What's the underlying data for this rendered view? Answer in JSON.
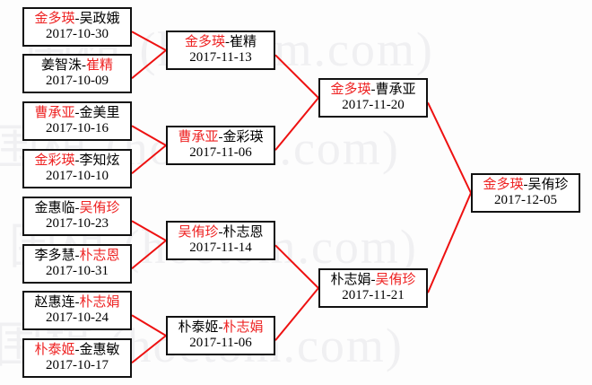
{
  "watermark": {
    "text": "围棋 (hoetom.com)",
    "color": "#f0f0f2"
  },
  "colors": {
    "winner": "#ee2222",
    "loser": "#000000",
    "edge": "#ee1111",
    "box_border": "#111111",
    "background": "#fdfdfd"
  },
  "chart_data": {
    "type": "diagram",
    "title": "",
    "rounds": 4,
    "notes": "Single-elimination bracket; red name in each pairing is the winner advancing."
  },
  "bracket": {
    "round1": [
      {
        "player_left": "金多瑛",
        "player_right": "吴政娥",
        "dash": "-",
        "winner": "left",
        "date": "2017-10-30"
      },
      {
        "player_left": "姜智洙",
        "player_right": "崔精",
        "dash": "-",
        "winner": "right",
        "date": "2017-10-09"
      },
      {
        "player_left": "曹承亚",
        "player_right": "金美里",
        "dash": "-",
        "winner": "left",
        "date": "2017-10-16"
      },
      {
        "player_left": "金彩瑛",
        "player_right": "李知炫",
        "dash": "-",
        "winner": "left",
        "date": "2017-10-10"
      },
      {
        "player_left": "金惠临",
        "player_right": "吴侑珍",
        "dash": "-",
        "winner": "right",
        "date": "2017-10-23"
      },
      {
        "player_left": "李多慧",
        "player_right": "朴志恩",
        "dash": "-",
        "winner": "right",
        "date": "2017-10-31"
      },
      {
        "player_left": "赵惠连",
        "player_right": "朴志娟",
        "dash": "-",
        "winner": "right",
        "date": "2017-10-24"
      },
      {
        "player_left": "朴泰姬",
        "player_right": "金惠敏",
        "dash": "-",
        "winner": "left",
        "date": "2017-10-17"
      }
    ],
    "round2": [
      {
        "player_left": "金多瑛",
        "player_right": "崔精",
        "dash": "-",
        "winner": "left",
        "date": "2017-11-13"
      },
      {
        "player_left": "曹承亚",
        "player_right": "金彩瑛",
        "dash": "-",
        "winner": "left",
        "date": "2017-11-06"
      },
      {
        "player_left": "吴侑珍",
        "player_right": "朴志恩",
        "dash": "-",
        "winner": "left",
        "date": "2017-11-14"
      },
      {
        "player_left": "朴泰姬",
        "player_right": "朴志娟",
        "dash": "-",
        "winner": "right",
        "date": "2017-11-06"
      }
    ],
    "round3": [
      {
        "player_left": "金多瑛",
        "player_right": "曹承亚",
        "dash": "-",
        "winner": "left",
        "date": "2017-11-20"
      },
      {
        "player_left": "朴志娟",
        "player_right": "吴侑珍",
        "dash": "-",
        "winner": "right",
        "date": "2017-11-21"
      }
    ],
    "round4": [
      {
        "player_left": "金多瑛",
        "player_right": "吴侑珍",
        "dash": "-",
        "winner": "left",
        "date": "2017-12-05"
      }
    ]
  }
}
